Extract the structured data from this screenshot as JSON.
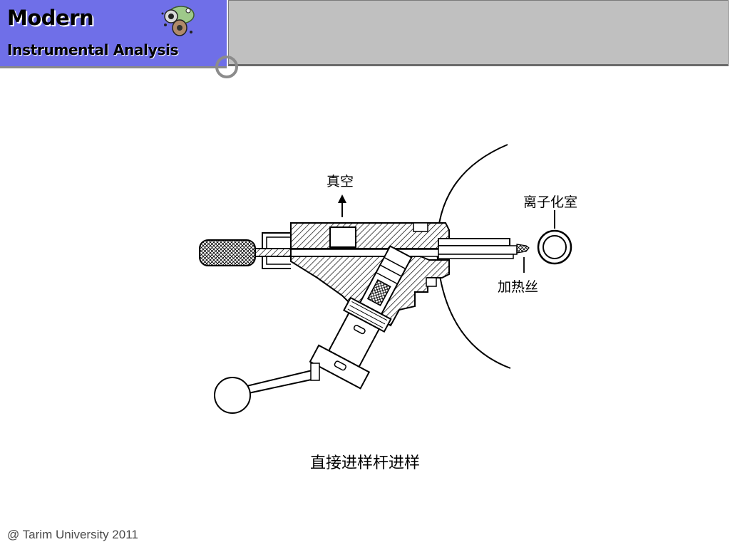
{
  "header": {
    "title": "Modern",
    "subtitle": "Instrumental Analysis",
    "accent_color": "#6f6fe8",
    "bar_color": "#c0c0c0",
    "logo_icon": "cartoon-mascot-icon"
  },
  "diagram": {
    "labels": {
      "vacuum": "真空",
      "ion_chamber": "离子化室",
      "heating_wire": "加热丝"
    }
  },
  "caption": "直接进样杆进样",
  "footer": "@ Tarim University 2011"
}
